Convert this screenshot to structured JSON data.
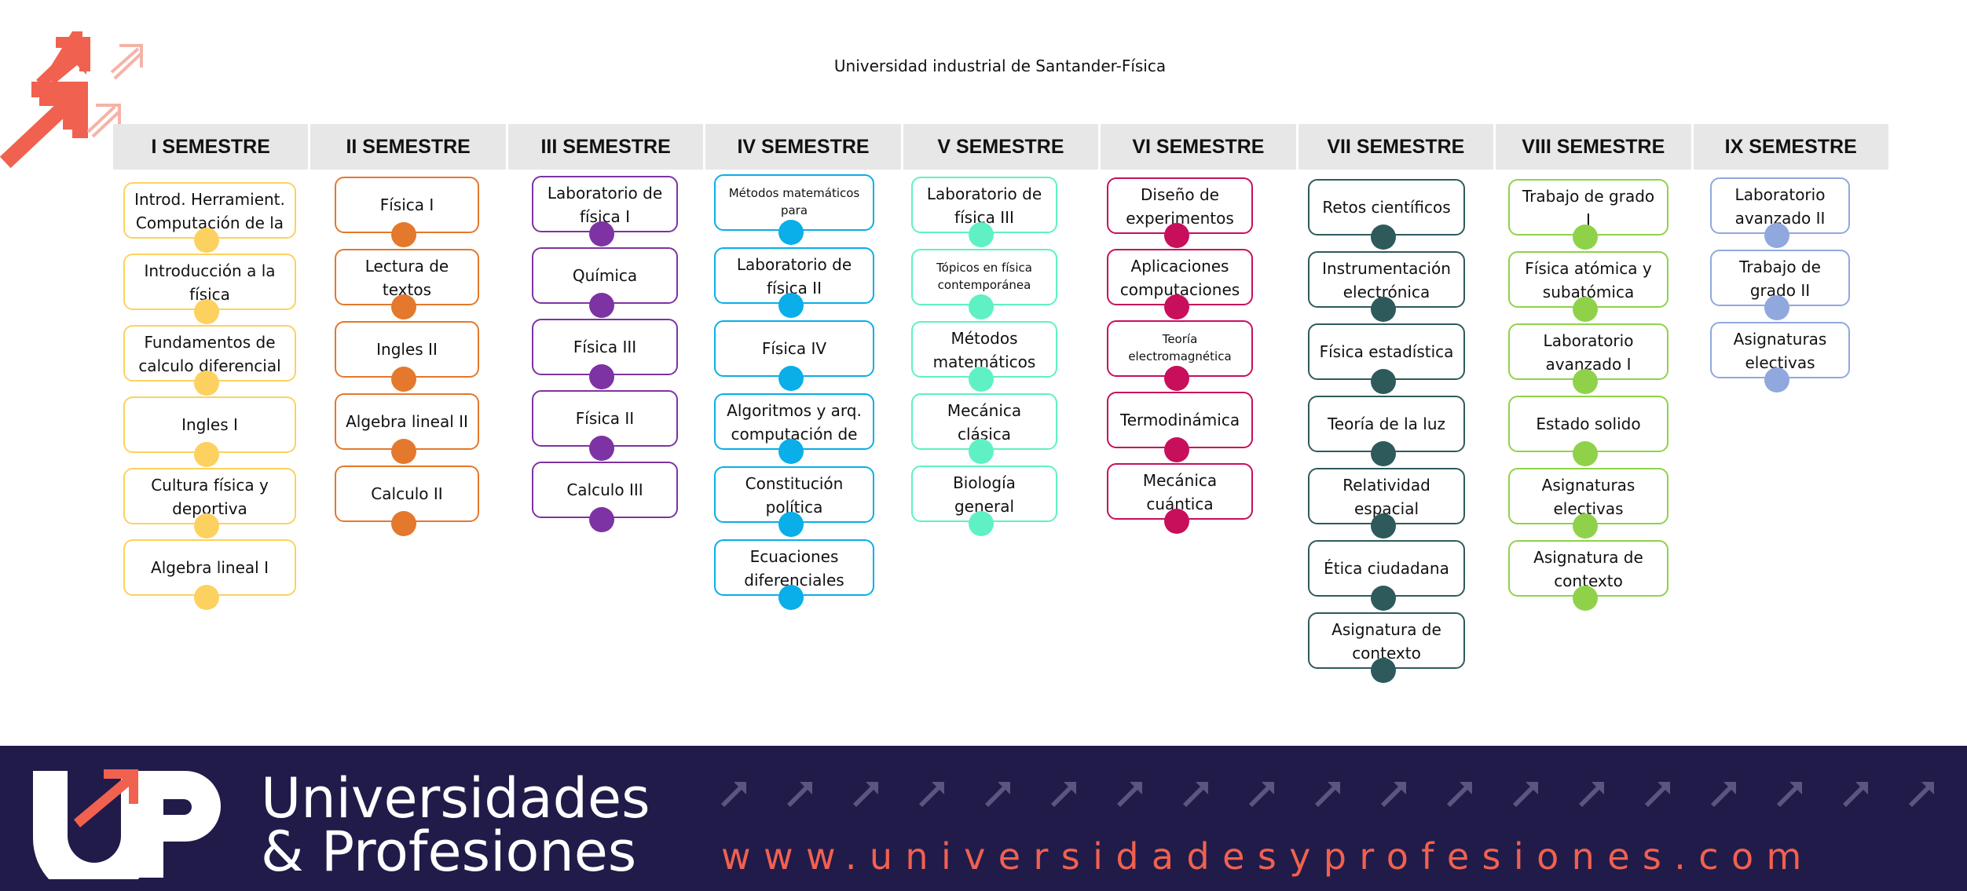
{
  "title": "Universidad industrial de Santander-Física",
  "colors": {
    "header_bg": "#e7e7e7",
    "footer_bg": "#211b4a",
    "brand_accent": "#f0614f"
  },
  "semesters": [
    {
      "name": "I SEMESTRE",
      "color": "#fcd15f",
      "courses": [
        "Introd. Herramient. Computación de la",
        "Introducción a la física",
        "Fundamentos de calculo diferencial",
        "Ingles I",
        "Cultura física y deportiva",
        "Algebra lineal I"
      ]
    },
    {
      "name": "II SEMESTRE",
      "color": "#e4782c",
      "courses": [
        "Física I",
        "Lectura de textos académicos",
        "Ingles II",
        "Algebra lineal II",
        "Calculo II"
      ]
    },
    {
      "name": "III SEMESTRE",
      "color": "#7d33a3",
      "courses": [
        "Laboratorio de física I",
        "Química",
        "Física III",
        "Física II",
        "Calculo III"
      ]
    },
    {
      "name": "IV SEMESTRE",
      "color": "#0aaee8",
      "courses": [
        "Métodos matemáticos para",
        "Laboratorio de física II",
        "Física IV",
        "Algoritmos y arq. computación de",
        "Constitución política",
        "Ecuaciones diferenciales"
      ]
    },
    {
      "name": "V SEMESTRE",
      "color": "#5ff1c3",
      "courses": [
        "Laboratorio de física III",
        "Tópicos en física contemporánea",
        "Métodos matemáticos para",
        "Mecánica clásica",
        "Biología general"
      ]
    },
    {
      "name": "VI SEMESTRE",
      "color": "#c80f5b",
      "courses": [
        "Diseño de experimentos",
        "Aplicaciones computaciones a",
        "Teoría electromagnética",
        "Termodinámica",
        "Mecánica cuántica"
      ]
    },
    {
      "name": "VII SEMESTRE",
      "color": "#2e5a5c",
      "courses": [
        "Retos científicos",
        "Instrumentación electrónica",
        "Física estadística",
        "Teoría de la luz",
        "Relatividad espacial",
        "Ética ciudadana",
        "Asignatura de contexto"
      ]
    },
    {
      "name": "VIII SEMESTRE",
      "color": "#8fd24a",
      "courses": [
        "Trabajo de grado I",
        "Física atómica y subatómica",
        "Laboratorio avanzado I",
        "Estado solido",
        "Asignaturas electivas",
        "Asignatura de contexto"
      ]
    },
    {
      "name": "IX SEMESTRE",
      "color": "#90a8dd",
      "courses": [
        "Laboratorio avanzado II",
        "Trabajo de grado II",
        "Asignaturas electivas"
      ]
    }
  ],
  "footer": {
    "brand_line1": "Universidades",
    "brand_line2": "& Profesiones",
    "website": "www.universidadesyprofesiones.com",
    "logo_text": "UP"
  }
}
